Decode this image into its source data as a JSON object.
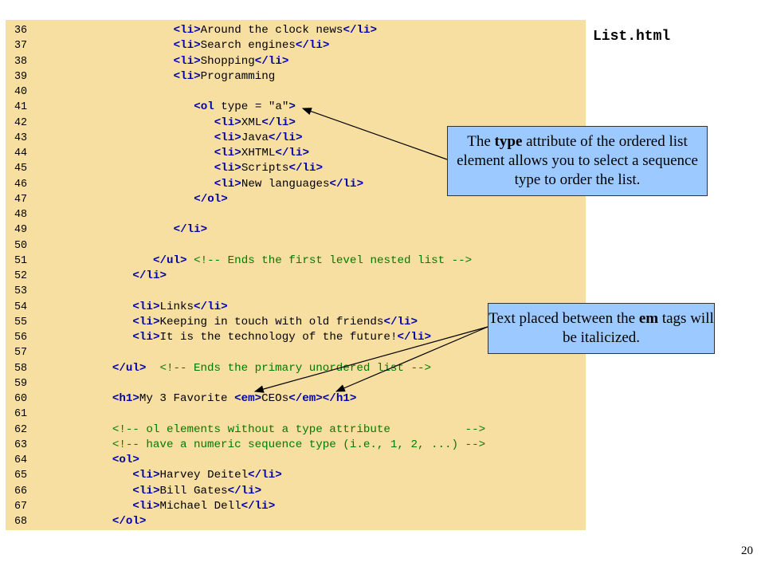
{
  "file_title": "List.html",
  "page_number": "20",
  "callouts": {
    "type_attribute": {
      "before": "The ",
      "bold": "type",
      "after": " attribute of the ordered list element allows you to select a sequence type to order the list."
    },
    "em_tags": {
      "before": "Text placed between the ",
      "bold": "em",
      "after": " tags will be italicized."
    }
  },
  "code_lines": [
    {
      "num": "36",
      "indent": 24,
      "segments": [
        [
          "tag",
          "<li>"
        ],
        [
          "txt",
          "Around the clock news"
        ],
        [
          "tag",
          "</li>"
        ]
      ]
    },
    {
      "num": "37",
      "indent": 24,
      "segments": [
        [
          "tag",
          "<li>"
        ],
        [
          "txt",
          "Search engines"
        ],
        [
          "tag",
          "</li>"
        ]
      ]
    },
    {
      "num": "38",
      "indent": 24,
      "segments": [
        [
          "tag",
          "<li>"
        ],
        [
          "txt",
          "Shopping"
        ],
        [
          "tag",
          "</li>"
        ]
      ]
    },
    {
      "num": "39",
      "indent": 24,
      "segments": [
        [
          "tag",
          "<li>"
        ],
        [
          "txt",
          "Programming"
        ]
      ]
    },
    {
      "num": "40",
      "indent": 0,
      "segments": []
    },
    {
      "num": "41",
      "indent": 27,
      "segments": [
        [
          "tag",
          "<ol"
        ],
        [
          "txt",
          " type = "
        ],
        [
          "txt",
          "\"a\""
        ],
        [
          "tag",
          ">"
        ]
      ]
    },
    {
      "num": "42",
      "indent": 30,
      "segments": [
        [
          "tag",
          "<li>"
        ],
        [
          "txt",
          "XML"
        ],
        [
          "tag",
          "</li>"
        ]
      ]
    },
    {
      "num": "43",
      "indent": 30,
      "segments": [
        [
          "tag",
          "<li>"
        ],
        [
          "txt",
          "Java"
        ],
        [
          "tag",
          "</li>"
        ]
      ]
    },
    {
      "num": "44",
      "indent": 30,
      "segments": [
        [
          "tag",
          "<li>"
        ],
        [
          "txt",
          "XHTML"
        ],
        [
          "tag",
          "</li>"
        ]
      ]
    },
    {
      "num": "45",
      "indent": 30,
      "segments": [
        [
          "tag",
          "<li>"
        ],
        [
          "txt",
          "Scripts"
        ],
        [
          "tag",
          "</li>"
        ]
      ]
    },
    {
      "num": "46",
      "indent": 30,
      "segments": [
        [
          "tag",
          "<li>"
        ],
        [
          "txt",
          "New languages"
        ],
        [
          "tag",
          "</li>"
        ]
      ]
    },
    {
      "num": "47",
      "indent": 27,
      "segments": [
        [
          "tag",
          "</ol>"
        ]
      ]
    },
    {
      "num": "48",
      "indent": 0,
      "segments": []
    },
    {
      "num": "49",
      "indent": 24,
      "segments": [
        [
          "tag",
          "</li>"
        ]
      ]
    },
    {
      "num": "50",
      "indent": 0,
      "segments": []
    },
    {
      "num": "51",
      "indent": 21,
      "segments": [
        [
          "tag",
          "</ul>"
        ],
        [
          "txt",
          " "
        ],
        [
          "cmt",
          "<!-- Ends the first level nested list -->"
        ]
      ]
    },
    {
      "num": "52",
      "indent": 18,
      "segments": [
        [
          "tag",
          "</li>"
        ]
      ]
    },
    {
      "num": "53",
      "indent": 0,
      "segments": []
    },
    {
      "num": "54",
      "indent": 18,
      "segments": [
        [
          "tag",
          "<li>"
        ],
        [
          "txt",
          "Links"
        ],
        [
          "tag",
          "</li>"
        ]
      ]
    },
    {
      "num": "55",
      "indent": 18,
      "segments": [
        [
          "tag",
          "<li>"
        ],
        [
          "txt",
          "Keeping in touch with old friends"
        ],
        [
          "tag",
          "</li>"
        ]
      ]
    },
    {
      "num": "56",
      "indent": 18,
      "segments": [
        [
          "tag",
          "<li>"
        ],
        [
          "txt",
          "It is the technology of the future!"
        ],
        [
          "tag",
          "</li>"
        ]
      ]
    },
    {
      "num": "57",
      "indent": 0,
      "segments": []
    },
    {
      "num": "58",
      "indent": 15,
      "segments": [
        [
          "tag",
          "</ul>"
        ],
        [
          "txt",
          "  "
        ],
        [
          "cmt",
          "<!-- Ends the primary unordered list -->"
        ]
      ]
    },
    {
      "num": "59",
      "indent": 0,
      "segments": []
    },
    {
      "num": "60",
      "indent": 15,
      "segments": [
        [
          "tag",
          "<h1>"
        ],
        [
          "txt",
          "My 3 Favorite "
        ],
        [
          "tag",
          "<em>"
        ],
        [
          "txt",
          "CEOs"
        ],
        [
          "tag",
          "</em>"
        ],
        [
          "tag",
          "</h1>"
        ]
      ]
    },
    {
      "num": "61",
      "indent": 0,
      "segments": []
    },
    {
      "num": "62",
      "indent": 15,
      "segments": [
        [
          "cmt",
          "<!-- ol elements without a type attribute           -->"
        ]
      ]
    },
    {
      "num": "63",
      "indent": 15,
      "segments": [
        [
          "cmt",
          "<!-- have a numeric sequence type (i.e., 1, 2, ...) -->"
        ]
      ]
    },
    {
      "num": "64",
      "indent": 15,
      "segments": [
        [
          "tag",
          "<ol>"
        ]
      ]
    },
    {
      "num": "65",
      "indent": 18,
      "segments": [
        [
          "tag",
          "<li>"
        ],
        [
          "txt",
          "Harvey Deitel"
        ],
        [
          "tag",
          "</li>"
        ]
      ]
    },
    {
      "num": "66",
      "indent": 18,
      "segments": [
        [
          "tag",
          "<li>"
        ],
        [
          "txt",
          "Bill Gates"
        ],
        [
          "tag",
          "</li>"
        ]
      ]
    },
    {
      "num": "67",
      "indent": 18,
      "segments": [
        [
          "tag",
          "<li>"
        ],
        [
          "txt",
          "Michael Dell"
        ],
        [
          "tag",
          "</li>"
        ]
      ]
    },
    {
      "num": "68",
      "indent": 15,
      "segments": [
        [
          "tag",
          "</ol>"
        ]
      ]
    }
  ],
  "colors": {
    "code_background": "#f7dfa1",
    "callout_background": "#9cc9ff",
    "tag_color": "#0000aa",
    "comment_color": "#007a00"
  }
}
